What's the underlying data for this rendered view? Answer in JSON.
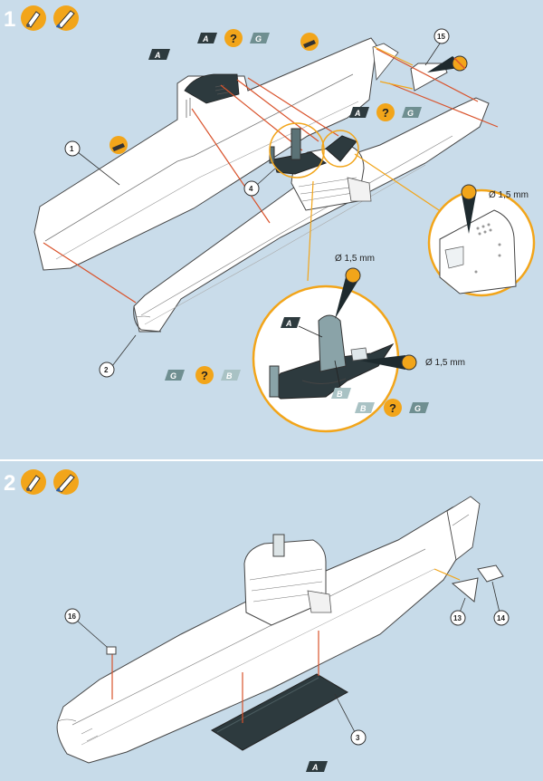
{
  "steps": [
    {
      "number": "1",
      "icons": [
        "glue-tube-icon",
        "paint-brush-icon"
      ]
    },
    {
      "number": "2",
      "icons": [
        "glue-tube-icon",
        "paint-brush-icon"
      ]
    }
  ],
  "callouts": {
    "part_1": "1",
    "part_2": "2",
    "part_3": "3",
    "part_4": "4",
    "part_13": "13",
    "part_14": "14",
    "part_15": "15",
    "part_16": "16"
  },
  "dimensions": {
    "hull_detail": "Ø 1,5 mm",
    "tower_top": "Ø 1,5 mm",
    "tower_side": "Ø 1,5 mm"
  },
  "paint_codes": {
    "tag_a": "A",
    "tag_b": "B",
    "tag_g": "G",
    "mix": "?"
  },
  "colors": {
    "background": "#c9dcea",
    "accent_orange": "#f2a51a",
    "arrow_red": "#d9532c",
    "dark_paint": "#2d3a3e",
    "tag_grey": "#6f8f91"
  }
}
